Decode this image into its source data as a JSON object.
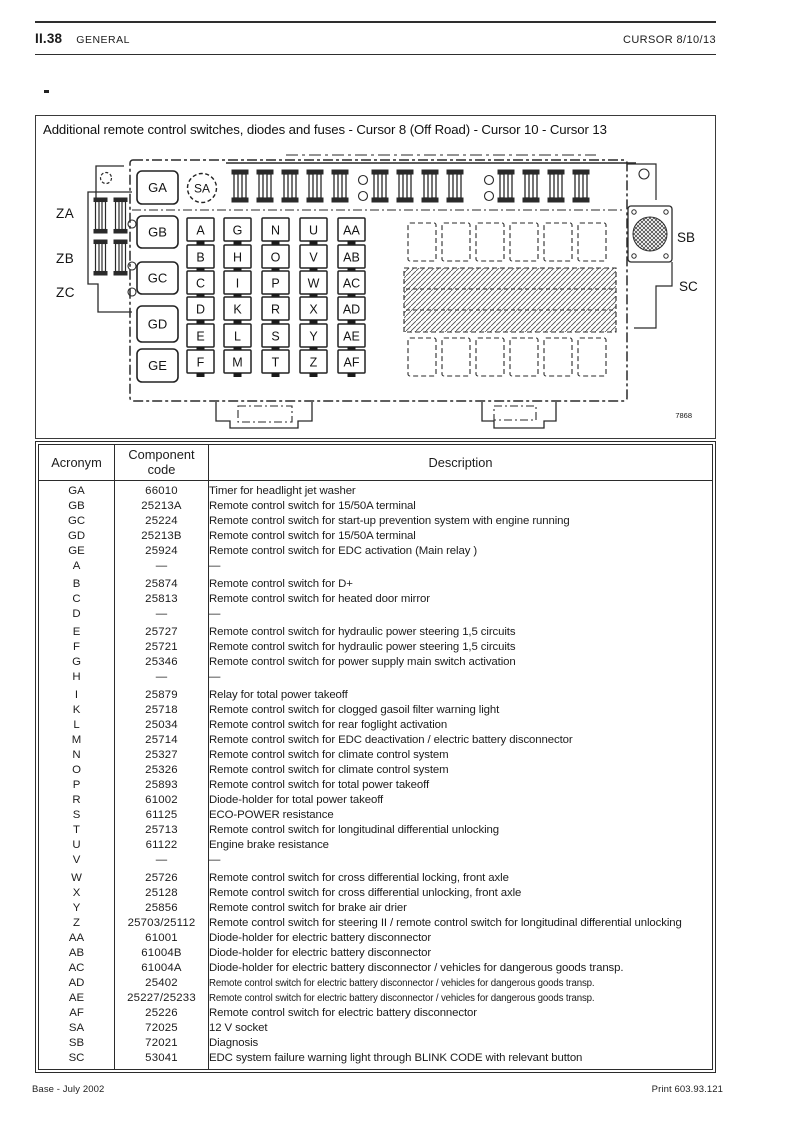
{
  "header": {
    "section": "II.38",
    "section_label": "GENERAL",
    "model": "CURSOR 8/10/13"
  },
  "figure": {
    "title": "Additional remote control switches, diodes and fuses - Cursor 8 (Off Road) - Cursor 10 - Cursor 13",
    "figure_number": "7868",
    "relay_modules": [
      "GA",
      "GB",
      "GC",
      "GD",
      "GE"
    ],
    "socket_label": "SA",
    "fuse_columns": [
      [
        "A",
        "B",
        "C",
        "D",
        "E",
        "F"
      ],
      [
        "G",
        "H",
        "I",
        "K",
        "L",
        "M"
      ],
      [
        "N",
        "O",
        "P",
        "R",
        "S",
        "T"
      ],
      [
        "U",
        "V",
        "W",
        "X",
        "Y",
        "Z"
      ],
      [
        "AA",
        "AB",
        "AC",
        "AD",
        "AE",
        "AF"
      ]
    ],
    "left_connector_labels": [
      "ZA",
      "ZB",
      "ZC"
    ],
    "right_connector_labels": [
      "SB",
      "SC"
    ]
  },
  "table": {
    "col_acronym": "Acronym",
    "col_code": "Component code",
    "col_description": "Description",
    "rows": [
      {
        "a": "GA",
        "c": "66010",
        "d": "Timer for headlight jet washer"
      },
      {
        "a": "GB",
        "c": "25213A",
        "d": "Remote control switch for 15/50A terminal"
      },
      {
        "a": "GC",
        "c": "25224",
        "d": "Remote control switch for start-up prevention system with engine running"
      },
      {
        "a": "GD",
        "c": "25213B",
        "d": "Remote control switch for 15/50A terminal"
      },
      {
        "a": "GE",
        "c": "25924",
        "d": "Remote control switch for EDC activation (Main relay )"
      },
      {
        "a": "A",
        "c": "—",
        "d": "—"
      },
      {
        "a": "B",
        "c": "25874",
        "d": "Remote control switch for D+"
      },
      {
        "a": "C",
        "c": "25813",
        "d": "Remote control switch for heated door mirror"
      },
      {
        "a": "D",
        "c": "—",
        "d": "—"
      },
      {
        "a": "E",
        "c": "25727",
        "d": "Remote control switch for hydraulic power steering 1,5 circuits"
      },
      {
        "a": "F",
        "c": "25721",
        "d": "Remote control switch for hydraulic power steering 1,5 circuits"
      },
      {
        "a": "G",
        "c": "25346",
        "d": "Remote control switch for power supply main switch activation"
      },
      {
        "a": "H",
        "c": "—",
        "d": "—"
      },
      {
        "a": "I",
        "c": "25879",
        "d": "Relay for total power takeoff"
      },
      {
        "a": "K",
        "c": "25718",
        "d": "Remote control switch for clogged gasoil filter warning light"
      },
      {
        "a": "L",
        "c": "25034",
        "d": "Remote control switch for rear foglight activation"
      },
      {
        "a": "M",
        "c": "25714",
        "d": "Remote control switch for EDC deactivation / electric battery disconnector"
      },
      {
        "a": "N",
        "c": "25327",
        "d": "Remote control switch for climate control system"
      },
      {
        "a": "O",
        "c": "25326",
        "d": "Remote control switch for climate control system"
      },
      {
        "a": "P",
        "c": "25893",
        "d": "Remote control switch for total power takeoff"
      },
      {
        "a": "R",
        "c": "61002",
        "d": "Diode-holder for total power takeoff"
      },
      {
        "a": "S",
        "c": "61125",
        "d": "ECO-POWER resistance"
      },
      {
        "a": "T",
        "c": "25713",
        "d": "Remote control switch for longitudinal differential unlocking"
      },
      {
        "a": "U",
        "c": "61122",
        "d": "Engine brake resistance"
      },
      {
        "a": "V",
        "c": "—",
        "d": "—"
      },
      {
        "a": "W",
        "c": "25726",
        "d": "Remote control switch for cross differential locking, front axle"
      },
      {
        "a": "X",
        "c": "25128",
        "d": "Remote control switch for cross differential unlocking, front axle"
      },
      {
        "a": "Y",
        "c": "25856",
        "d": "Remote control switch for brake air drier"
      },
      {
        "a": "Z",
        "c": "25703/25112",
        "d": "Remote control switch for steering II / remote control switch for longitudinal differential unlocking"
      },
      {
        "a": "AA",
        "c": "61001",
        "d": "Diode-holder for electric battery disconnector"
      },
      {
        "a": "AB",
        "c": "61004B",
        "d": "Diode-holder for electric battery disconnector"
      },
      {
        "a": "AC",
        "c": "61004A",
        "d": "Diode-holder for electric battery disconnector / vehicles for dangerous goods transp."
      },
      {
        "a": "AD",
        "c": "25402",
        "d": "Remote control switch for electric battery disconnector / vehicles for dangerous goods transp.",
        "condensed": true
      },
      {
        "a": "AE",
        "c": "25227/25233",
        "d": "Remote control switch for electric battery disconnector / vehicles for dangerous goods transp.",
        "condensed": true
      },
      {
        "a": "AF",
        "c": "25226",
        "d": "Remote control switch for electric battery disconnector"
      },
      {
        "a": "SA",
        "c": "72025",
        "d": "12 V socket"
      },
      {
        "a": "SB",
        "c": "72021",
        "d": "Diagnosis"
      },
      {
        "a": "SC",
        "c": "53041",
        "d": "EDC system failure warning light through BLINK CODE with relevant button"
      }
    ]
  },
  "footer": {
    "left": "Base - July 2002",
    "right": "Print 603.93.121"
  }
}
